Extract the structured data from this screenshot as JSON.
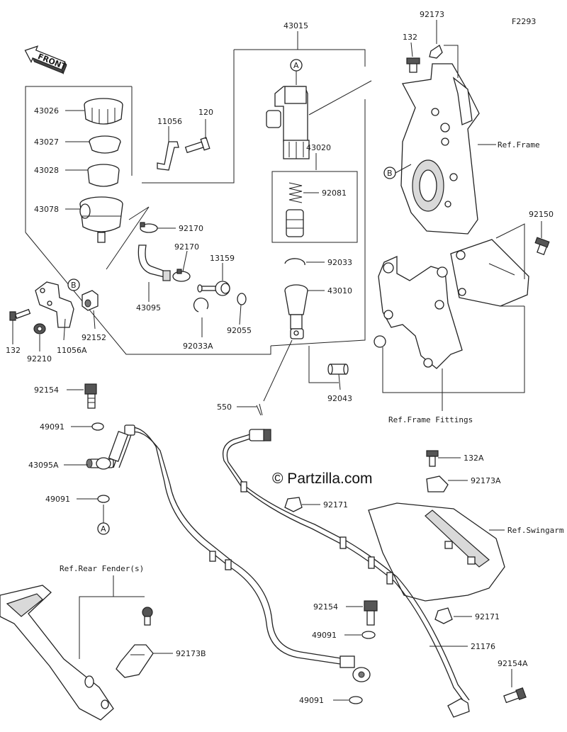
{
  "figure_code": "F2293",
  "front_label": "FRONT",
  "watermark": "© Partzilla.com",
  "parts": {
    "p43015": "43015",
    "p92173": "92173",
    "p132": "132",
    "p43026": "43026",
    "p43027": "43027",
    "p43028": "43028",
    "p43078": "43078",
    "p11056": "11056",
    "p120": "120",
    "p43020": "43020",
    "p92081": "92081",
    "p92170a": "92170",
    "p92170b": "92170",
    "p13159": "13159",
    "p43095": "43095",
    "p92033": "92033",
    "p43010": "43010",
    "p92055": "92055",
    "p92033A": "92033A",
    "p132b": "132",
    "p92210": "92210",
    "p11056A": "11056A",
    "p92152": "92152",
    "p92150": "92150",
    "p92154": "92154",
    "p49091a": "49091",
    "p43095A": "43095A",
    "p49091b": "49091",
    "p550": "550",
    "p92043": "92043",
    "p132A": "132A",
    "p92173A": "92173A",
    "p92171a": "92171",
    "p92154b": "92154",
    "p49091c": "49091",
    "p92171b": "92171",
    "p21176": "21176",
    "p92173B": "92173B",
    "p92154A": "92154A",
    "p49091d": "49091"
  },
  "refs": {
    "frame": "Ref.Frame",
    "frame_fittings": "Ref.Frame Fittings",
    "swingarm": "Ref.Swingarm",
    "rear_fender": "Ref.Rear Fender(s)"
  },
  "callouts": {
    "a_top": "A",
    "a_bottom": "A",
    "b_frame": "B",
    "b_bracket": "B"
  }
}
